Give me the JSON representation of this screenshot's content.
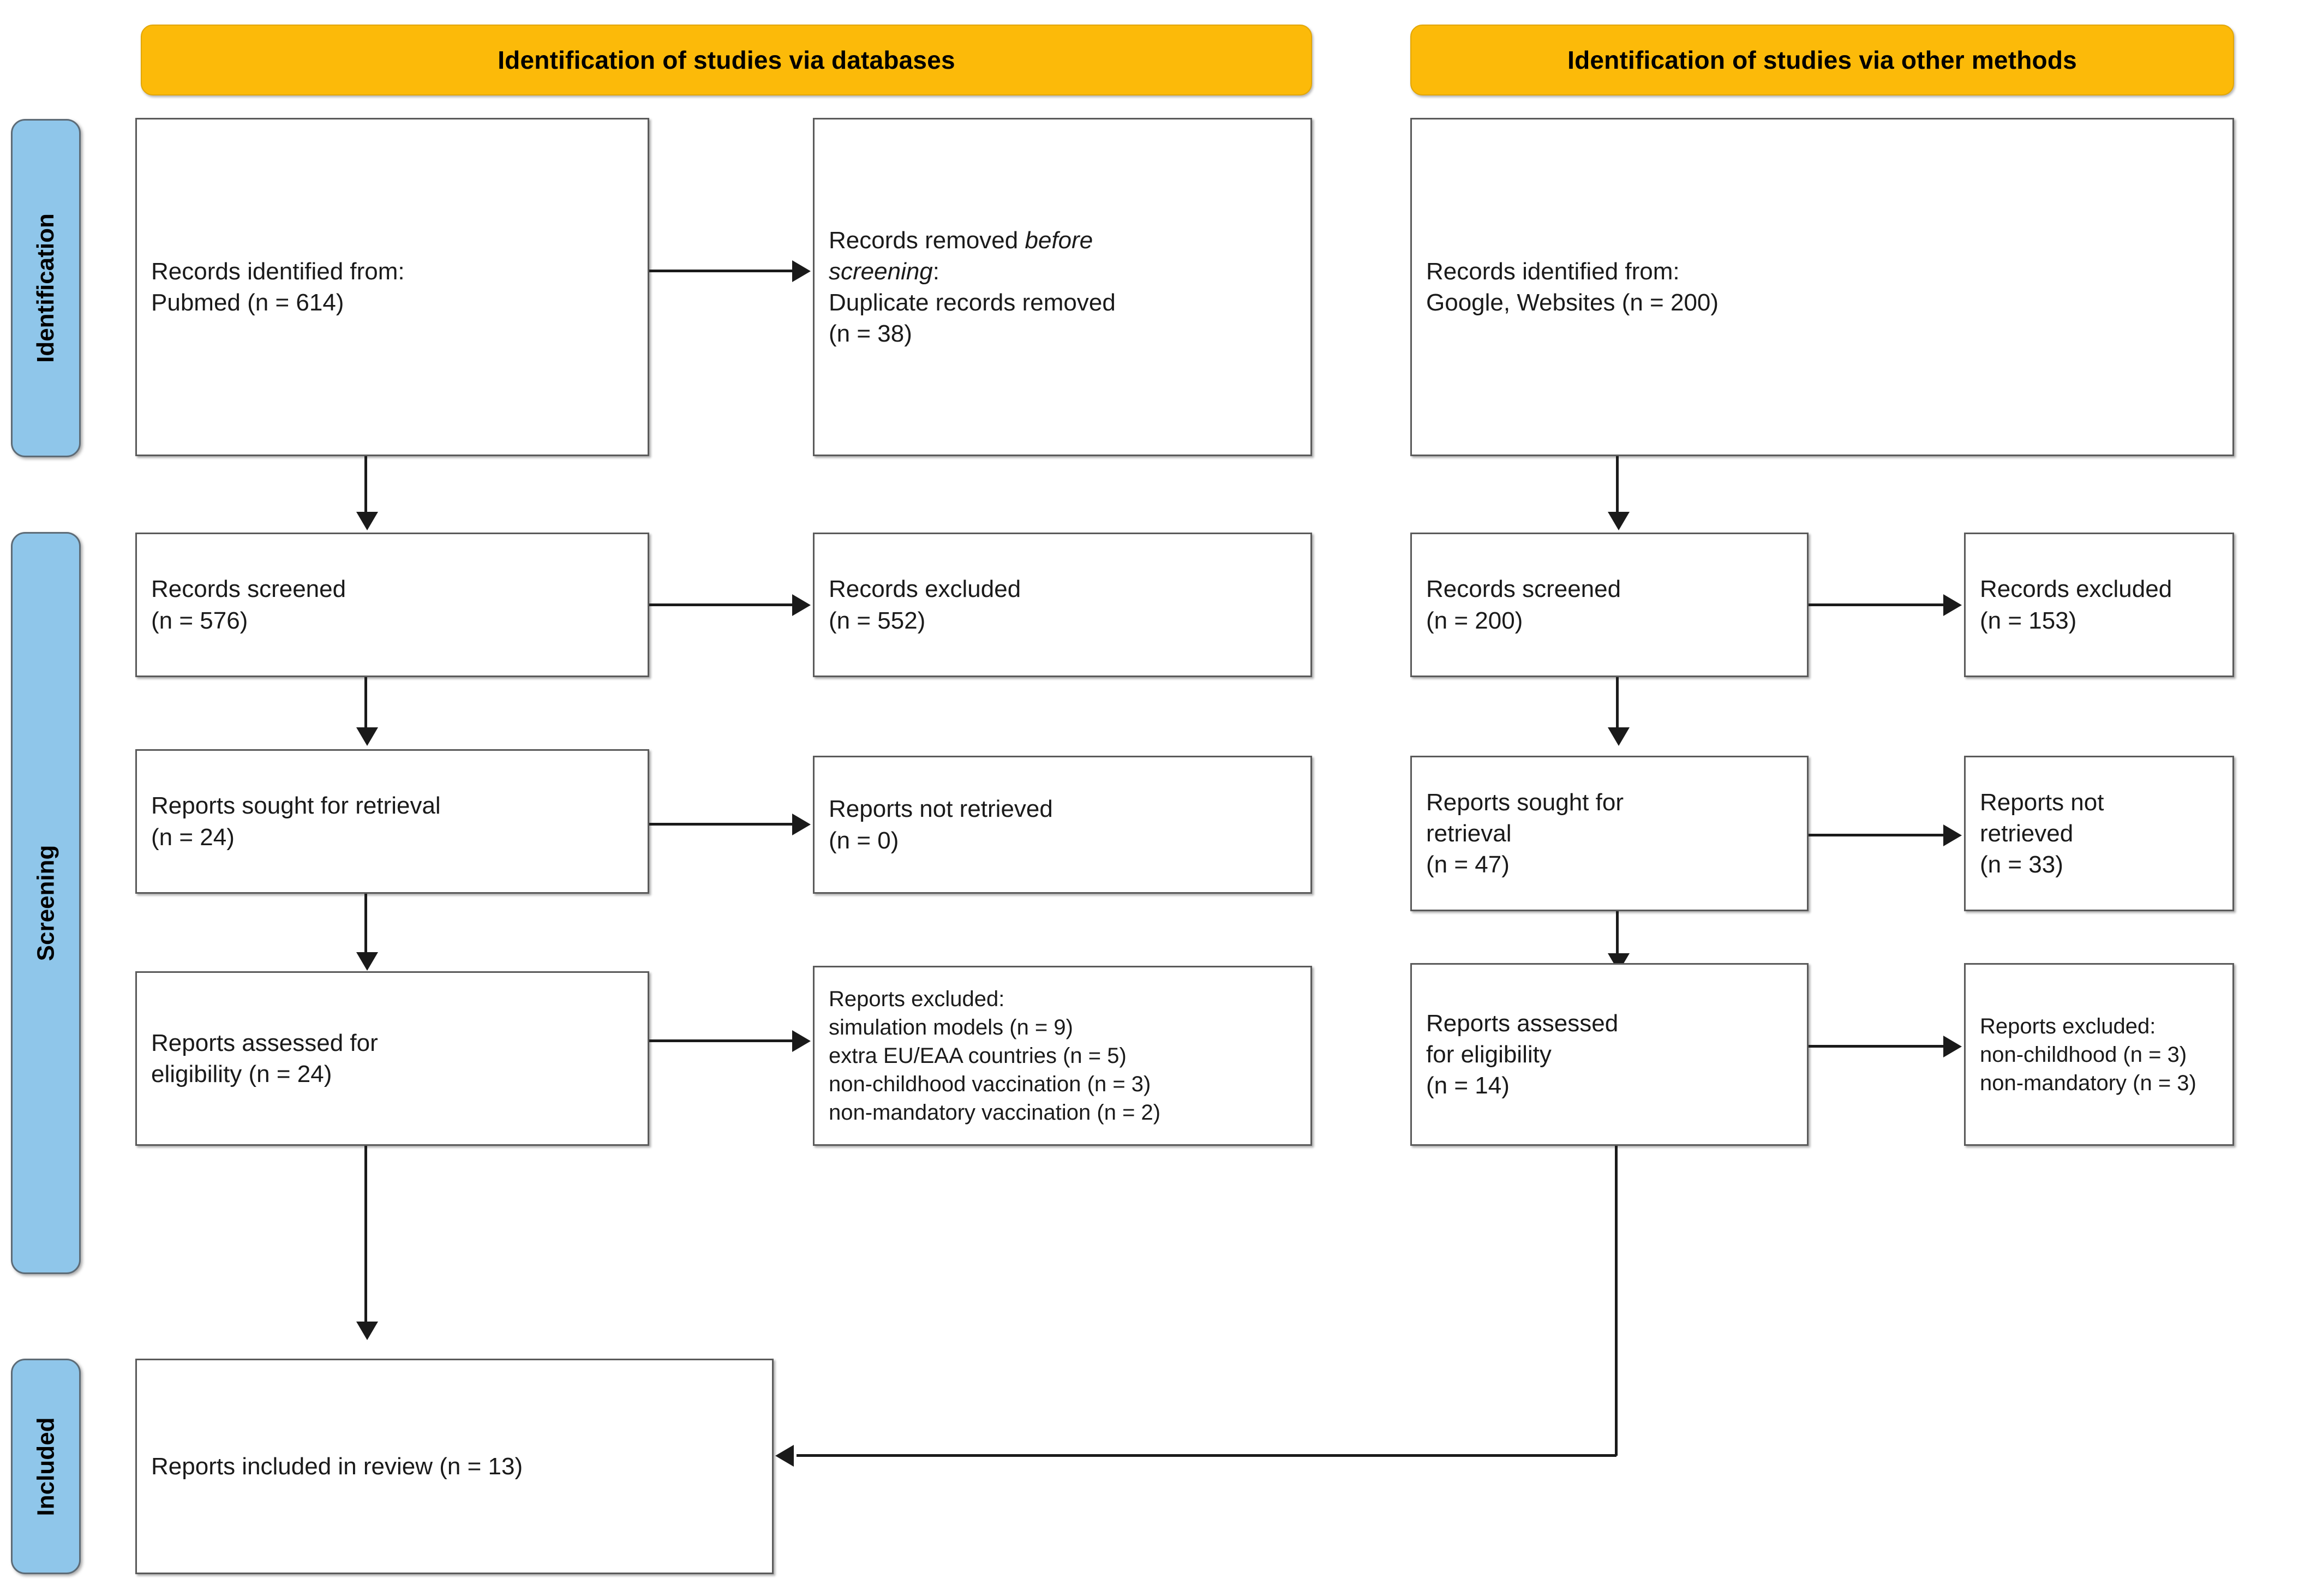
{
  "banners": {
    "databases": "Identification of studies via databases",
    "other_methods": "Identification of studies via other methods"
  },
  "stages": {
    "identification": "Identification",
    "screening": "Screening",
    "included": "Included"
  },
  "databases_column": {
    "identified": {
      "line1": "Records identified from:",
      "line2": "Pubmed (n = 614)"
    },
    "removed_before_screening": {
      "line1_prefix": "Records removed ",
      "line1_italic": "before",
      "line2_italic": "screening",
      "line2_suffix": ":",
      "line3": "Duplicate records removed",
      "line4": "(n = 38)"
    },
    "screened": {
      "line1": "Records screened",
      "line2": "(n = 576)"
    },
    "records_excluded": {
      "line1": "Records excluded",
      "line2": "(n = 552)"
    },
    "sought_retrieval": {
      "line1": "Reports sought for retrieval",
      "line2": "(n = 24)"
    },
    "not_retrieved": {
      "line1": "Reports not retrieved",
      "line2": "(n = 0)"
    },
    "assessed_eligibility": {
      "line1": "Reports assessed for",
      "line2": "eligibility (n = 24)"
    },
    "reports_excluded": {
      "heading": "Reports excluded:",
      "items": [
        "simulation models (n = 9)",
        "extra EU/EAA countries (n = 5)",
        "non-childhood vaccination (n = 3)",
        "non-mandatory vaccination (n = 2)"
      ]
    }
  },
  "other_methods_column": {
    "identified": {
      "line1": "Records identified from:",
      "line2": "Google, Websites (n = 200)"
    },
    "screened": {
      "line1": "Records screened",
      "line2": "(n = 200)"
    },
    "records_excluded": {
      "line1": "Records excluded",
      "line2": "(n = 153)"
    },
    "sought_retrieval": {
      "line1": "Reports sought for",
      "line2": "retrieval",
      "line3": "(n = 47)"
    },
    "not_retrieved": {
      "line1": "Reports not",
      "line2": "retrieved",
      "line3": "(n = 33)"
    },
    "assessed_eligibility": {
      "line1": "Reports assessed",
      "line2": "for eligibility",
      "line3": "(n = 14)"
    },
    "reports_excluded": {
      "heading": "Reports excluded:",
      "items": [
        "non-childhood (n = 3)",
        "non-mandatory (n = 3)"
      ]
    }
  },
  "included_box": {
    "text": "Reports included in review (n = 13)"
  },
  "colors": {
    "banner_fill": "#FCBA09",
    "stage_fill": "#8FC6EA",
    "box_border": "#5A5A5A",
    "line": "#1a1a1a",
    "page_bg": "#ffffff"
  }
}
